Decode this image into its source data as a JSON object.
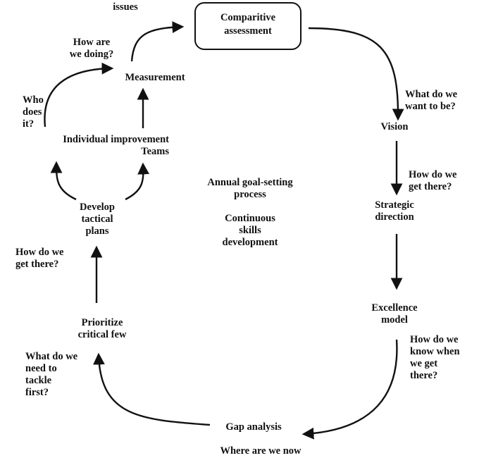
{
  "nodes": {
    "issues": "issues",
    "comparative": "Comparitive\nassessment",
    "vision": "Vision",
    "strategic": "Strategic\ndirection",
    "excellence": "Excellence\nmodel",
    "gap": "Gap analysis",
    "prioritize": "Prioritize\ncritical few",
    "tactical": "Develop\ntactical\nplans",
    "teams": "Individual improvement\nTeams",
    "measurement": "Measurement",
    "center1": "Annual goal-setting\nprocess",
    "center2": "Continuous\nskills\ndevelopment"
  },
  "questions": {
    "how_doing": "How are\nwe doing?",
    "who_does": "Who\ndoes\nit?",
    "want_be": "What do we\nwant to be?",
    "get_there_1": "How do we\nget there?",
    "get_there_2": "How do we\nget there?",
    "know_when": "How do we\nknow when\nwe get\nthere?",
    "where_now": "Where are we now",
    "tackle_first": "What do we\nneed to\ntackle\nfirst?"
  }
}
